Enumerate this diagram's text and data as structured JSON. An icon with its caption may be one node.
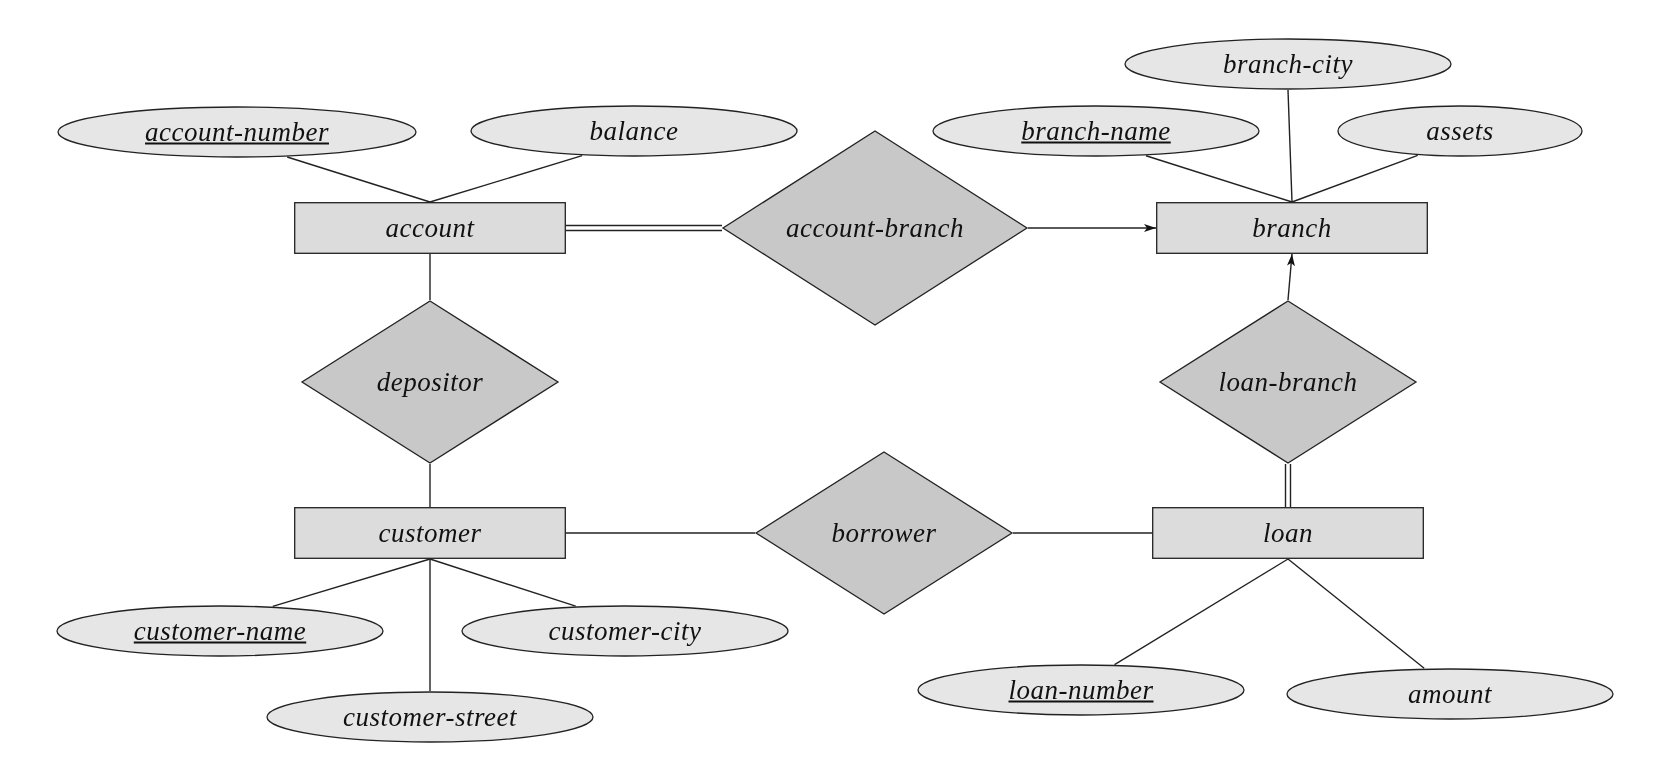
{
  "diagram": {
    "nodes": [
      {
        "text": [
          "account-number"
        ]
      },
      {
        "text": [
          "balance"
        ]
      },
      {
        "text": [
          "account"
        ]
      },
      {
        "text": [
          "account-branch"
        ]
      },
      {
        "text": [
          "branch-city"
        ]
      },
      {
        "text": [
          "branch-name"
        ]
      },
      {
        "text": [
          "assets"
        ]
      },
      {
        "text": [
          "branch"
        ]
      },
      {
        "text": [
          "depositor"
        ]
      },
      {
        "text": [
          "loan-branch"
        ]
      },
      {
        "text": [
          "customer"
        ]
      },
      {
        "text": [
          "borrower"
        ]
      },
      {
        "text": [
          "loan"
        ]
      },
      {
        "text": [
          "customer-name"
        ]
      },
      {
        "text": [
          "customer-city"
        ]
      },
      {
        "text": [
          "customer-street"
        ]
      },
      {
        "text": [
          "loan-number"
        ]
      },
      {
        "text": [
          "amount"
        ]
      }
    ],
    "edges": [
      {
        "from": 0,
        "to": 2,
        "arrow": "none"
      },
      {
        "from": 1,
        "to": 2,
        "arrow": "none"
      },
      {
        "from": 2,
        "to": 3,
        "arrow": "none"
      },
      {
        "from": 3,
        "to": 7,
        "arrow": "to"
      },
      {
        "from": 4,
        "to": 7,
        "arrow": "none"
      },
      {
        "from": 5,
        "to": 7,
        "arrow": "none"
      },
      {
        "from": 6,
        "to": 7,
        "arrow": "none"
      },
      {
        "from": 2,
        "to": 8,
        "arrow": "none"
      },
      {
        "from": 8,
        "to": 10,
        "arrow": "none"
      },
      {
        "from": 9,
        "to": 7,
        "arrow": "to"
      },
      {
        "from": 12,
        "to": 9,
        "arrow": "none"
      },
      {
        "from": 10,
        "to": 11,
        "arrow": "none"
      },
      {
        "from": 11,
        "to": 12,
        "arrow": "none"
      },
      {
        "from": 13,
        "to": 10,
        "arrow": "none"
      },
      {
        "from": 14,
        "to": 10,
        "arrow": "none"
      },
      {
        "from": 15,
        "to": 10,
        "arrow": "none"
      },
      {
        "from": 16,
        "to": 12,
        "arrow": "none"
      },
      {
        "from": 17,
        "to": 12,
        "arrow": "none"
      }
    ]
  }
}
